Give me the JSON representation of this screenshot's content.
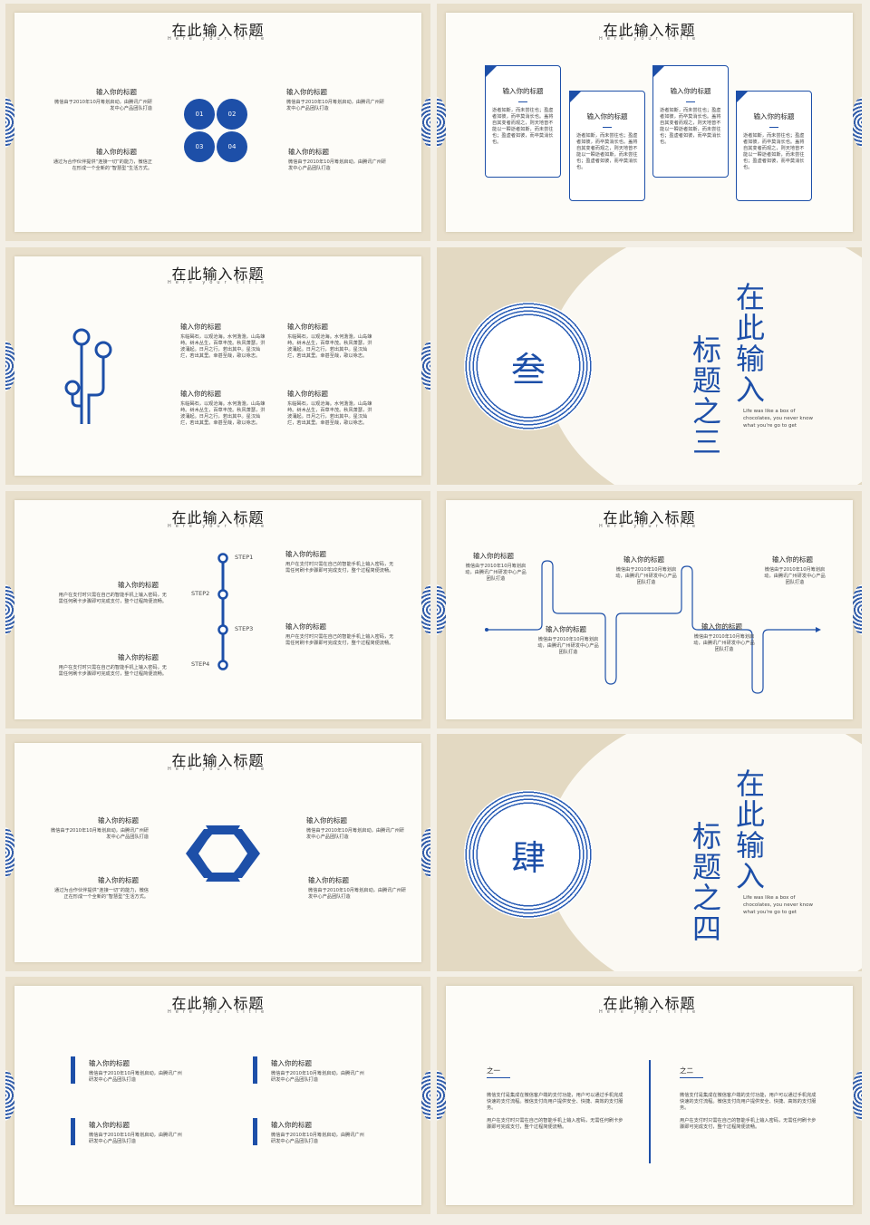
{
  "common": {
    "title": "在此输入标题",
    "subtitle": "Here your title",
    "heading": "输入你的标题",
    "colors": {
      "accent": "#1d4fa8",
      "paper": "#e8dfcb"
    }
  },
  "s1": {
    "lt_text": "微信由于2010年10月筹划启动，由腾讯广州研发中心产品团队打造",
    "lb_text": "通过为合作伙伴提供“连接一切”的能力，微信正在形成一个全新的“智慧型”生活方式。",
    "rt_text": "微信由于2010年10月筹划启动，由腾讯广州研发中心产品团队打造",
    "rb_text": "微信由于2010年10月筹划启动，由腾讯广州研发中心产品团队打造",
    "nums": [
      "01",
      "02",
      "03",
      "04"
    ]
  },
  "s2": {
    "card_text_a": "逝者如斯，而未尝往也；盈虚者如彼，而卒莫消长也。盖将自其变者而观之，则天地曾不能以一瞬逝者如斯，而未尝往也；盈虚者如彼，而卒莫消长也。",
    "card_text_b": "逝者如斯，而未尝往也；盈虚者如彼，而卒莫消长也。盖将自其变者而观之，则天地曾不能以一瞬逝者如斯，而未尝往也；盈虚者如彼，而卒莫消长也。"
  },
  "s3": {
    "text": "东临碣石，以观沧海。水何澹澹，山岛竦峙。树木丛生，百草丰茂。秋风萧瑟，洪波涌起。日月之行，若出其中。星汉灿烂，若出其里。幸甚至哉，歌以咏志。"
  },
  "s4": {
    "numeral": "叁",
    "col1": "在此输入",
    "col2": "标题之三",
    "quote_1": "Life was like a box of",
    "quote_2": "chocolates, you never know",
    "quote_3": "what you're go to get"
  },
  "s5": {
    "steps": [
      "STEP1",
      "STEP2",
      "STEP3",
      "STEP4"
    ],
    "text": "用户在支付时只需在自己的智能手机上输入密码，无需任何刷卡步骤即可完成支付，整个过程简便流畅。"
  },
  "s6": {
    "text": "微信由于2010年10月筹划启动，由腾讯广州研发中心产品团队打造"
  },
  "s7": {
    "lt_text": "微信由于2010年10月筹划启动，由腾讯广州研发中心产品团队打造",
    "lb_text": "通过为合作伙伴提供“连接一切”的能力，微信正在形成一个全新的“智慧型”生活方式。",
    "r_text": "微信由于2010年10月筹划启动，由腾讯广州研发中心产品团队打造"
  },
  "s8": {
    "numeral": "肆",
    "col1": "在此输入",
    "col2": "标题之四",
    "quote_1": "Life was like a box of",
    "quote_2": "chocolates, you never know",
    "quote_3": "what you're go to get"
  },
  "s9": {
    "text": "微信由于2010年10月筹划启动，由腾讯广州研发中心产品团队打造"
  },
  "s10": {
    "left_label": "之一",
    "right_label": "之二",
    "p1": "微信支付是集成在微信客户端的支付功能，用户可以通过手机完成快速的支付流程。微信支付向用户提供安全、快捷、高效的支付服务。",
    "p2": "用户在支付时只需在自己的智能手机上输入密码，无需任何刷卡步骤即可完成支付，整个过程简便流畅。"
  }
}
